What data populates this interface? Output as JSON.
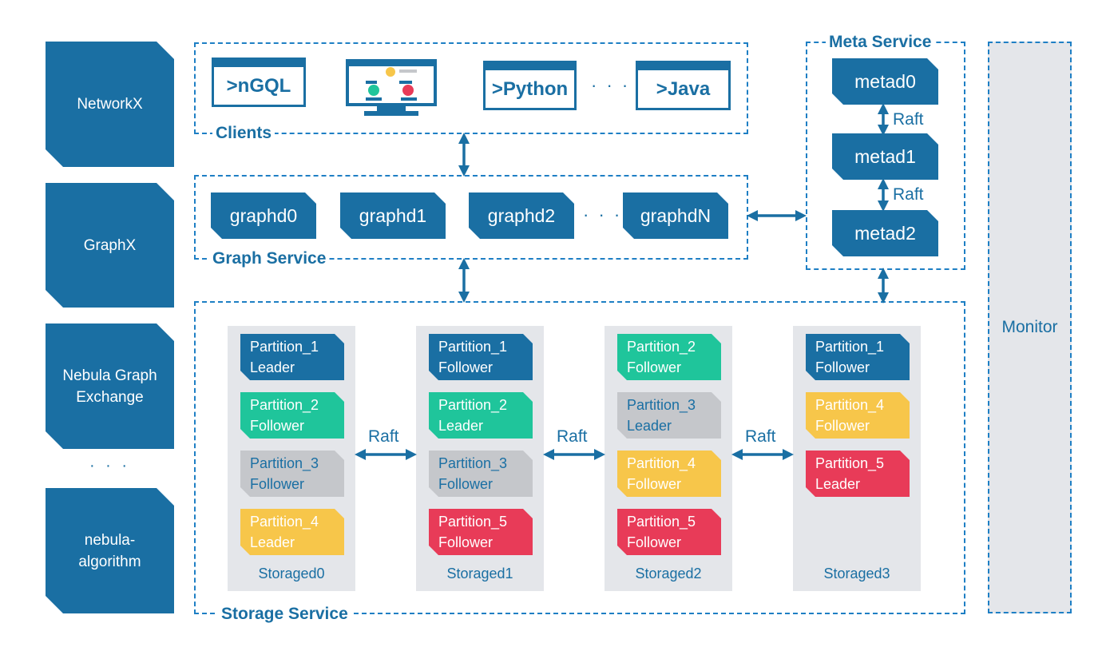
{
  "colors": {
    "primary": "#1a6fa3",
    "dashed_border": "#1e7fc4",
    "leader_blue": "#1a6fa3",
    "follower_green": "#1fc59b",
    "follower_gray": "#c5c7cb",
    "yellow": "#f7c64a",
    "red": "#e83b58",
    "storage_bg": "#e4e6ea"
  },
  "tools": [
    {
      "label": "NetworkX"
    },
    {
      "label": "GraphX"
    },
    {
      "label": "Nebula Graph Exchange"
    },
    {
      "label": "nebula-algorithm"
    }
  ],
  "tools_ellipsis": "· · ·",
  "clients": {
    "title": "Clients",
    "items": [
      ">nGQL",
      ">Python",
      ">Java"
    ],
    "ellipsis": "· · ·"
  },
  "graph_service": {
    "title": "Graph Service",
    "nodes": [
      "graphd0",
      "graphd1",
      "graphd2",
      "graphdN"
    ],
    "ellipsis": "· · ·"
  },
  "meta_service": {
    "title": "Meta Service",
    "nodes": [
      "metad0",
      "metad1",
      "metad2"
    ],
    "raft": "Raft"
  },
  "storage_service": {
    "title": "Storage Service",
    "raft": "Raft",
    "nodes": [
      {
        "name": "Storaged0",
        "partitions": [
          {
            "line1": "Partition_1",
            "line2": "Leader",
            "color": "leader_blue"
          },
          {
            "line1": "Partition_2",
            "line2": "Follower",
            "color": "follower_green"
          },
          {
            "line1": "Partition_3",
            "line2": "Follower",
            "color": "follower_gray"
          },
          {
            "line1": "Partition_4",
            "line2": "Leader",
            "color": "yellow"
          }
        ]
      },
      {
        "name": "Storaged1",
        "partitions": [
          {
            "line1": "Partition_1",
            "line2": "Follower",
            "color": "leader_blue"
          },
          {
            "line1": "Partition_2",
            "line2": "Leader",
            "color": "follower_green"
          },
          {
            "line1": "Partition_3",
            "line2": "Follower",
            "color": "follower_gray"
          },
          {
            "line1": "Partition_5",
            "line2": "Follower",
            "color": "red"
          }
        ]
      },
      {
        "name": "Storaged2",
        "partitions": [
          {
            "line1": "Partition_2",
            "line2": "Follower",
            "color": "follower_green"
          },
          {
            "line1": "Partition_3",
            "line2": "Leader",
            "color": "follower_gray"
          },
          {
            "line1": "Partition_4",
            "line2": "Follower",
            "color": "yellow"
          },
          {
            "line1": "Partition_5",
            "line2": "Follower",
            "color": "red"
          }
        ]
      },
      {
        "name": "Storaged3",
        "partitions": [
          {
            "line1": "Partition_1",
            "line2": "Follower",
            "color": "leader_blue"
          },
          {
            "line1": "Partition_4",
            "line2": "Follower",
            "color": "yellow"
          },
          {
            "line1": "Partition_5",
            "line2": "Leader",
            "color": "red"
          }
        ]
      }
    ]
  },
  "monitor": {
    "label": "Monitor"
  }
}
